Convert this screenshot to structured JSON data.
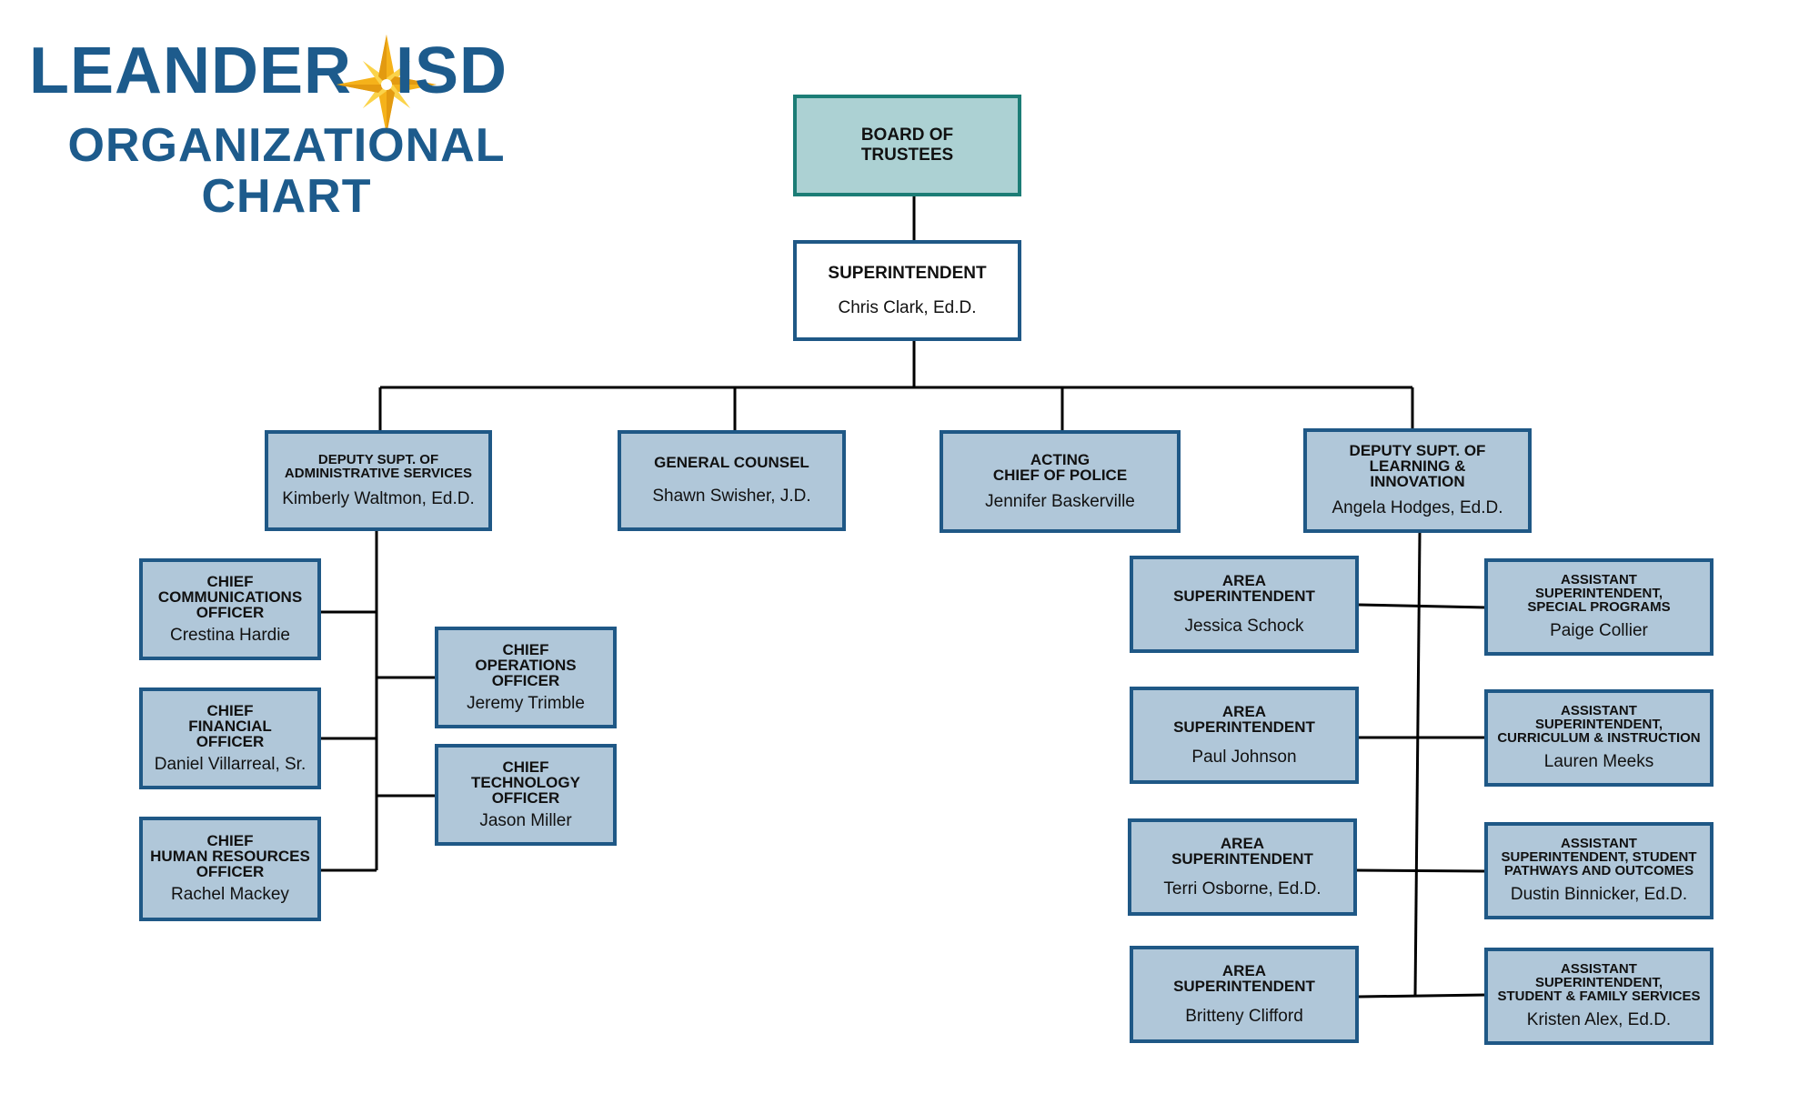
{
  "header": {
    "logo_left": "LEANDER",
    "logo_right": "ISD",
    "title_line1": "ORGANIZATIONAL",
    "title_line2": "CHART",
    "star_icon": "compass-star-icon",
    "brand_color": "#1d5b8c",
    "star_color": "#f5b21a"
  },
  "board": {
    "role": "BOARD OF\nTRUSTEES"
  },
  "superintendent": {
    "role": "SUPERINTENDENT",
    "person": "Chris Clark, Ed.D."
  },
  "admin_deputy": {
    "role": "DEPUTY SUPT. OF\nADMINISTRATIVE SERVICES",
    "person": "Kimberly Waltmon, Ed.D."
  },
  "general_counsel": {
    "role": "GENERAL COUNSEL",
    "person": "Shawn Swisher, J.D."
  },
  "police_chief": {
    "role": "ACTING\nCHIEF OF POLICE",
    "person": "Jennifer Baskerville"
  },
  "learning_deputy": {
    "role": "DEPUTY SUPT. OF\nLEARNING &\nINNOVATION",
    "person": "Angela Hodges, Ed.D."
  },
  "admin_reports": [
    {
      "role": "CHIEF\nCOMMUNICATIONS\nOFFICER",
      "person": "Crestina Hardie"
    },
    {
      "role": "CHIEF\nFINANCIAL\nOFFICER",
      "person": "Daniel Villarreal, Sr."
    },
    {
      "role": "CHIEF\nHUMAN RESOURCES\nOFFICER",
      "person": "Rachel Mackey"
    },
    {
      "role": "CHIEF\nOPERATIONS\nOFFICER",
      "person": "Jeremy Trimble"
    },
    {
      "role": "CHIEF\nTECHNOLOGY\nOFFICER",
      "person": "Jason Miller"
    }
  ],
  "area_superintendents": [
    {
      "role": "AREA\nSUPERINTENDENT",
      "person": "Jessica Schock"
    },
    {
      "role": "AREA\nSUPERINTENDENT",
      "person": "Paul Johnson"
    },
    {
      "role": "AREA\nSUPERINTENDENT",
      "person": "Terri Osborne, Ed.D."
    },
    {
      "role": "AREA\nSUPERINTENDENT",
      "person": "Britteny Clifford"
    }
  ],
  "assistant_superintendents": [
    {
      "role": "ASSISTANT\nSUPERINTENDENT,\nSPECIAL PROGRAMS",
      "person": "Paige Collier"
    },
    {
      "role": "ASSISTANT\nSUPERINTENDENT,\nCURRICULUM & INSTRUCTION",
      "person": "Lauren Meeks"
    },
    {
      "role": "ASSISTANT\nSUPERINTENDENT, STUDENT\nPATHWAYS AND OUTCOMES",
      "person": "Dustin Binnicker, Ed.D."
    },
    {
      "role": "ASSISTANT\nSUPERINTENDENT,\nSTUDENT & FAMILY SERVICES",
      "person": "Kristen Alex, Ed.D."
    }
  ],
  "colors": {
    "box_fill": "#b0c7d9",
    "box_border": "#1f5886",
    "board_fill": "#acd1d3",
    "board_border": "#1c7d76",
    "connector": "#000000"
  }
}
